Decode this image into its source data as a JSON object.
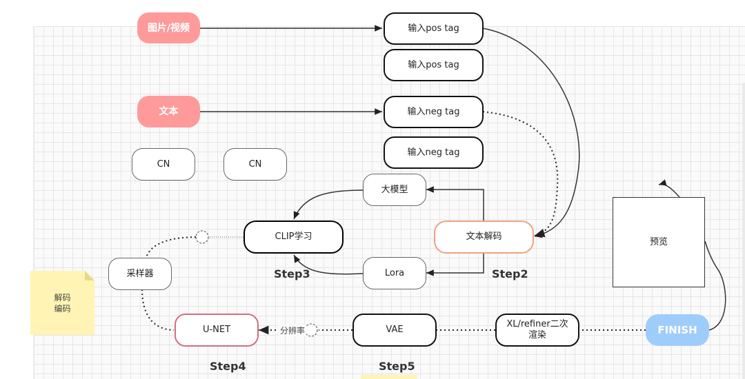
{
  "nodes": {
    "image_video": "图片/视频",
    "text": "文本",
    "pos_tag_1": "输入pos  tag",
    "pos_tag_2": "输入pos  tag",
    "neg_tag_1": "输入neg  tag",
    "neg_tag_2": "输入neg  tag",
    "cn_1": "CN",
    "cn_2": "CN",
    "big_model": "大模型",
    "clip": "CLIP学习",
    "text_decode": "文本解码",
    "lora": "Lora",
    "sampler": "采样器",
    "unet": "U-NET",
    "vae": "VAE",
    "xl_refiner": "XL/refiner二次渲染",
    "finish": "FINISH",
    "preview": "预览"
  },
  "steps": {
    "step2": "Step2",
    "step3": "Step3",
    "step4": "Step4",
    "step5": "Step5"
  },
  "labels": {
    "resolution": "分辨率"
  },
  "sticky_note": {
    "line1": "解码",
    "line2": "编码"
  },
  "colors": {
    "red_node": "#ff9a9a",
    "blue_node": "#9fcdfb",
    "orange_border": "#f0a07c",
    "pink_border": "#d86b80",
    "note": "#fff4b3"
  }
}
